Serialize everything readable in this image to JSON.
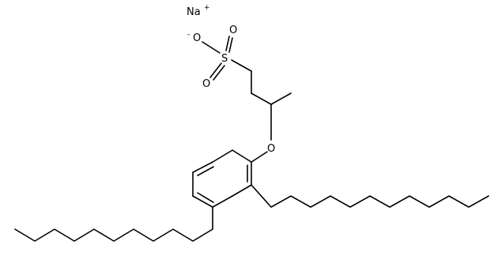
{
  "molecule": {
    "atoms": {
      "sodium": "Na",
      "sodium_charge": "+",
      "sulfur": "S",
      "oxygen_anion": "O",
      "oxygen_anion_charge": "-",
      "oxygen_double_top": "O",
      "oxygen_double_bottom": "O",
      "ether_oxygen": "O"
    }
  }
}
